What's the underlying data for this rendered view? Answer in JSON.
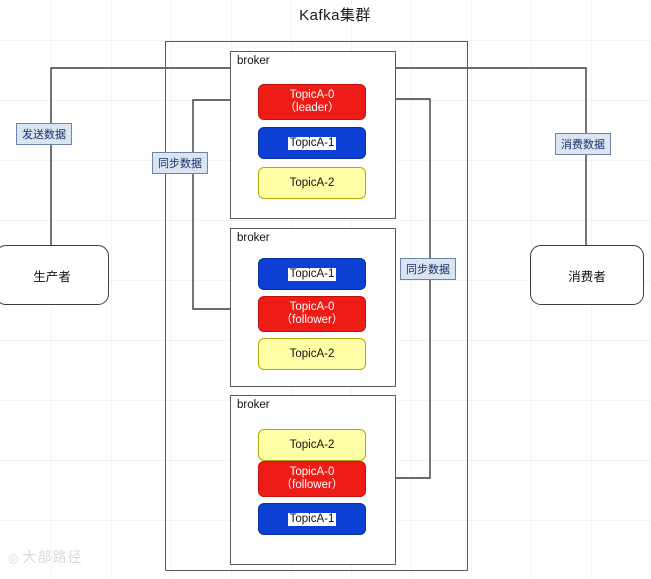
{
  "diagram": {
    "title": "Kafka集群",
    "cluster_border_color": "#5b5b5b",
    "brokers": [
      {
        "label": "broker",
        "topics": [
          {
            "name": "TopicA-0",
            "role": "（leader）",
            "color": "#ed1c16",
            "kind": "red"
          },
          {
            "name": "TopicA-1",
            "role": "",
            "color": "#0c3fd4",
            "kind": "blue"
          },
          {
            "name": "TopicA-2",
            "role": "",
            "color": "#ffffa8",
            "kind": "yellow"
          }
        ]
      },
      {
        "label": "broker",
        "topics": [
          {
            "name": "TopicA-1",
            "role": "",
            "color": "#0c3fd4",
            "kind": "blue"
          },
          {
            "name": "TopicA-0",
            "role": "（follower）",
            "color": "#ed1c16",
            "kind": "red"
          },
          {
            "name": "TopicA-2",
            "role": "",
            "color": "#ffffa8",
            "kind": "yellow"
          }
        ]
      },
      {
        "label": "broker",
        "topics": [
          {
            "name": "TopicA-2",
            "role": "",
            "color": "#ffffa8",
            "kind": "yellow"
          },
          {
            "name": "TopicA-0",
            "role": "（follower）",
            "color": "#ed1c16",
            "kind": "red"
          },
          {
            "name": "TopicA-1",
            "role": "",
            "color": "#0c3fd4",
            "kind": "blue"
          }
        ]
      }
    ],
    "nodes": {
      "producer": "生产者",
      "consumer": "消费者"
    },
    "edge_labels": {
      "send": "发送数据",
      "sync_left": "同步数据",
      "sync_right": "同步数据",
      "consume": "消费数据"
    },
    "watermark": {
      "icon": "◎",
      "text": "大部路径"
    }
  }
}
